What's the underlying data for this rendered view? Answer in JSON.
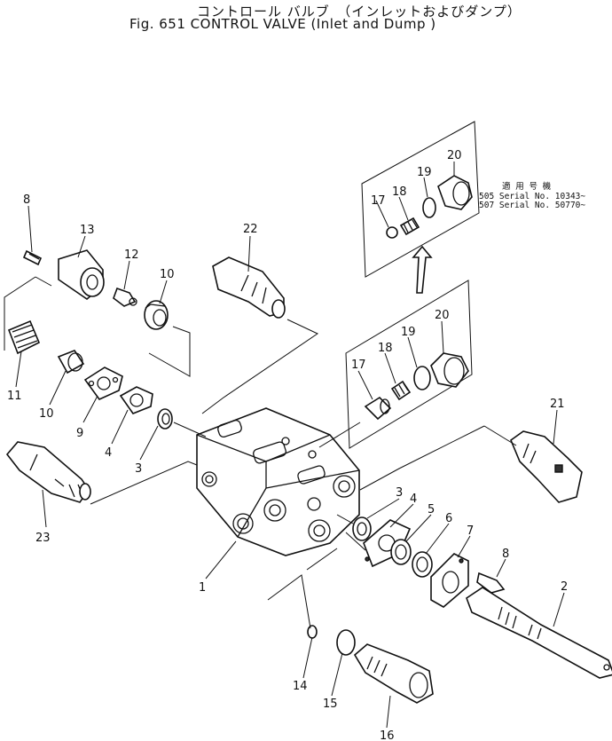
{
  "header": {
    "title_jp": "コントロール バルブ　（インレットおよびダンプ）",
    "title_en": "Fig. 651  CONTROL  VALVE   (Inlet  and  Dump )"
  },
  "serial_note": {
    "heading": "適 用 号 機",
    "line1": "505 Serial No. 10343~",
    "line2": "507 Serial No. 50770~"
  },
  "callouts": {
    "c1": "1",
    "c2": "2",
    "c3a": "3",
    "c3b": "3",
    "c4a": "4",
    "c4b": "4",
    "c5": "5",
    "c6": "6",
    "c7": "7",
    "c8a": "8",
    "c8b": "8",
    "c9": "9",
    "c10a": "10",
    "c10b": "10",
    "c11": "11",
    "c12": "12",
    "c13": "13",
    "c14": "14",
    "c15": "15",
    "c16": "16",
    "c17a": "17",
    "c18a": "18",
    "c19a": "19",
    "c20a": "20",
    "c17b": "17",
    "c18b": "18",
    "c19b": "19",
    "c20b": "20",
    "c21": "21",
    "c22": "22",
    "c23": "23"
  }
}
